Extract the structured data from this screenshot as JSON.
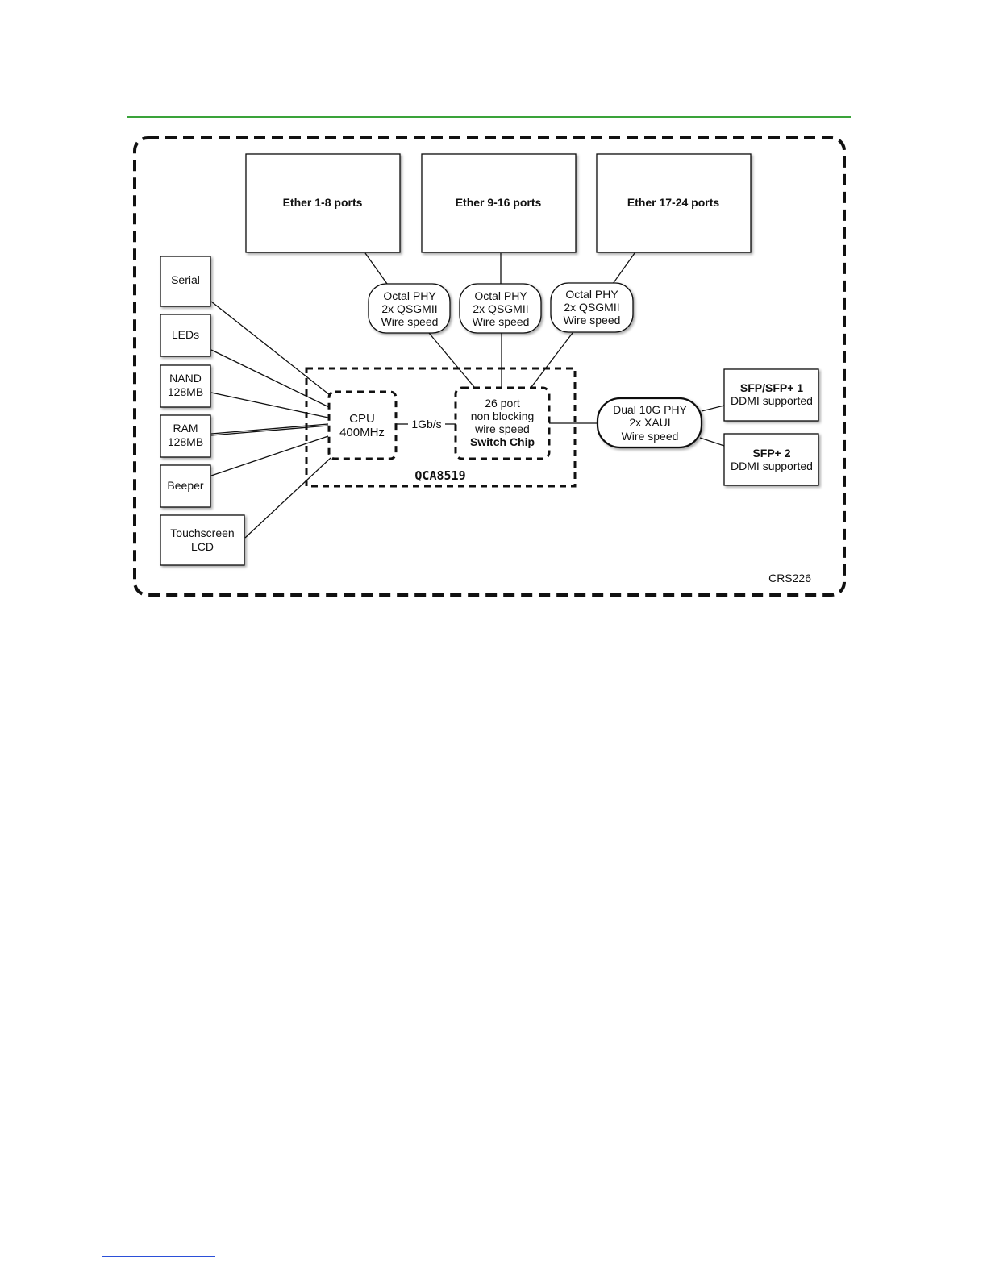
{
  "diagram": {
    "ports": [
      {
        "id": "ether-1-8",
        "label": "Ether 1-8 ports"
      },
      {
        "id": "ether-9-16",
        "label": "Ether 9-16 ports"
      },
      {
        "id": "ether-17-24",
        "label": "Ether 17-24 ports"
      }
    ],
    "phys": [
      {
        "lines": [
          "Octal PHY",
          "2x QSGMII",
          "Wire speed"
        ]
      },
      {
        "lines": [
          "Octal PHY",
          "2x QSGMII",
          "Wire speed"
        ]
      },
      {
        "lines": [
          "Octal PHY",
          "2x QSGMII",
          "Wire speed"
        ]
      }
    ],
    "peripherals": [
      {
        "id": "serial",
        "lines": [
          "Serial"
        ]
      },
      {
        "id": "leds",
        "lines": [
          "LEDs"
        ]
      },
      {
        "id": "nand",
        "lines": [
          "NAND",
          "128MB"
        ]
      },
      {
        "id": "ram",
        "lines": [
          "RAM",
          "128MB"
        ]
      },
      {
        "id": "beeper",
        "lines": [
          "Beeper"
        ]
      },
      {
        "id": "touchscreen",
        "lines": [
          "Touchscreen",
          "LCD"
        ]
      }
    ],
    "cpu": {
      "lines": [
        "CPU",
        "400MHz"
      ]
    },
    "link_speed": "1Gb/s",
    "switch_chip": {
      "lines": [
        "26 port",
        "non blocking",
        "wire speed"
      ],
      "bold_line": "Switch Chip"
    },
    "soc_label": "QCA8519",
    "dual_phy": {
      "lines": [
        "Dual 10G PHY",
        "2x XAUI",
        "Wire speed"
      ]
    },
    "sfp": [
      {
        "id": "sfp1",
        "title": "SFP/SFP+ 1",
        "sub": "DDMI supported"
      },
      {
        "id": "sfp2",
        "title": "SFP+ 2",
        "sub": "DDMI supported"
      }
    ],
    "model": "CRS226"
  },
  "colors": {
    "header_rule": "#3aa33a",
    "footer_rule": "#222222",
    "link": "#2b4fd8"
  }
}
